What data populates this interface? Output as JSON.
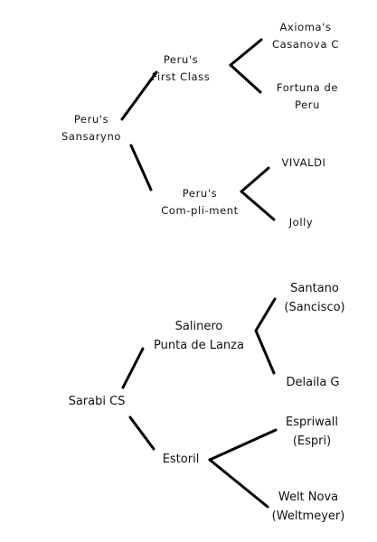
{
  "tree1": {
    "root": {
      "line1": "Peru's",
      "line2": "Sansaryno"
    },
    "sire": {
      "line1": "Peru's",
      "line2": "First Class"
    },
    "dam": {
      "line1": "Peru's",
      "line2": "Com-pli-ment"
    },
    "sire_sire": {
      "line1": "Axioma's",
      "line2": "Casanova C"
    },
    "sire_dam": {
      "line1": "Fortuna de",
      "line2": "Peru"
    },
    "dam_sire": {
      "line1": "VIVALDI"
    },
    "dam_dam": {
      "line1": "Jolly"
    }
  },
  "tree2": {
    "root": {
      "line1": "Sarabi CS"
    },
    "sire": {
      "line1": "Salinero",
      "line2": "Punta de Lanza"
    },
    "dam": {
      "line1": "Estoril"
    },
    "sire_sire": {
      "line1": "Santano",
      "line2": "(Sancisco)"
    },
    "sire_dam": {
      "line1": "Delaila G"
    },
    "dam_sire": {
      "line1": "Espriwall",
      "line2": "(Espri)"
    },
    "dam_dam": {
      "line1": "Welt Nova",
      "line2": "(Weltmeyer)"
    }
  }
}
